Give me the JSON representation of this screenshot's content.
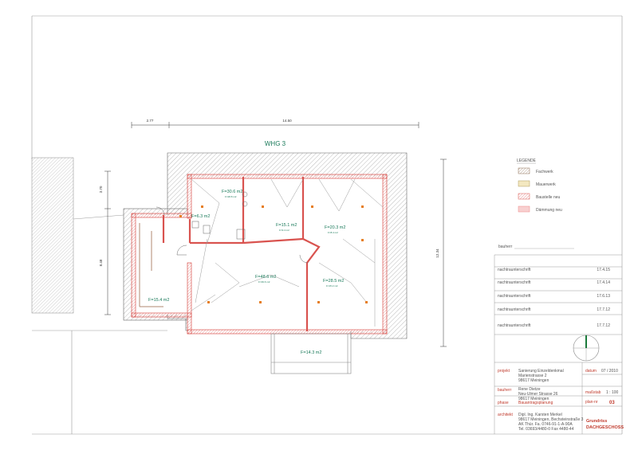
{
  "plan": {
    "title": "WHG 3",
    "dimensions": {
      "top_left": "2.77",
      "top_main": "14.50",
      "left_top": "3.70",
      "left_main": "8.48",
      "right_main": "12.34"
    },
    "rooms": [
      {
        "area": "F=30.6 m2",
        "sub": "F=28.8 m2"
      },
      {
        "area": "F=6.3 m2",
        "sub": ""
      },
      {
        "area": "F=15.1 m2",
        "sub": "F=9.4 m2"
      },
      {
        "area": "F=20.3 m2",
        "sub": "F=8.4 m2"
      },
      {
        "area": "F=48.6 m2",
        "sub": "F=39.6 m2"
      },
      {
        "area": "F=28.5 m2",
        "sub": "F=15.2 m2"
      },
      {
        "area": "F=15.4 m2",
        "sub": ""
      },
      {
        "area": "F=14.3 m2",
        "sub": ""
      }
    ]
  },
  "legend": {
    "title": "LEGENDE",
    "items": [
      {
        "label": "Fachwerk",
        "color": "#b08a70"
      },
      {
        "label": "Mauerwerk",
        "color": "#d9c48a"
      },
      {
        "label": "Baustelle neu",
        "color": "#e87c7c"
      },
      {
        "label": "Dämmung neu",
        "color": "#f4b8b8"
      }
    ]
  },
  "titleblock": {
    "bauherr_label": "bauherr",
    "revisions": [
      {
        "label": "nachtraunterschrift",
        "date": "17.4.15"
      },
      {
        "label": "nachtraunterschrift",
        "date": "17.4.14"
      },
      {
        "label": "nachtraunterschrift",
        "date": "17.6.13"
      },
      {
        "label": "nachtraunterschrift",
        "date": "17.7.12"
      },
      {
        "label": "nachtraunterschrift",
        "date": "17.7.12"
      }
    ],
    "projekt_label": "projekt",
    "projekt_lines": [
      "Sanierung Einzeldenkmal",
      "Marienstrasse 2",
      "98617 Meiningen"
    ],
    "datum_label": "datum",
    "datum_value": "07 / 2010",
    "bauherr2_label": "bauherr",
    "bauherr_lines": [
      "Rene Dietze",
      "Neu-Ulmer Strasse 26",
      "98617 Meiningen"
    ],
    "massstab_label": "maßstab",
    "massstab_value": "1 : 100",
    "plan_nr_label": "plan-nr",
    "plan_nr_value": "03",
    "phase_label": "phase",
    "phase_value": "Bauantragsplanung",
    "architekt_label": "architekt",
    "architekt_lines": [
      "Dipl. Ing. Karsten Merkel",
      "98617 Meiningen, Bechsteinstraße 3",
      "AK Thür. Fa. 0746-91-1-A-90A",
      "Tel. 03693/4480-0  Fax 4480-44"
    ],
    "drawing_title_1": "Grundriss",
    "drawing_title_2": "DACHGESCHOSS"
  }
}
